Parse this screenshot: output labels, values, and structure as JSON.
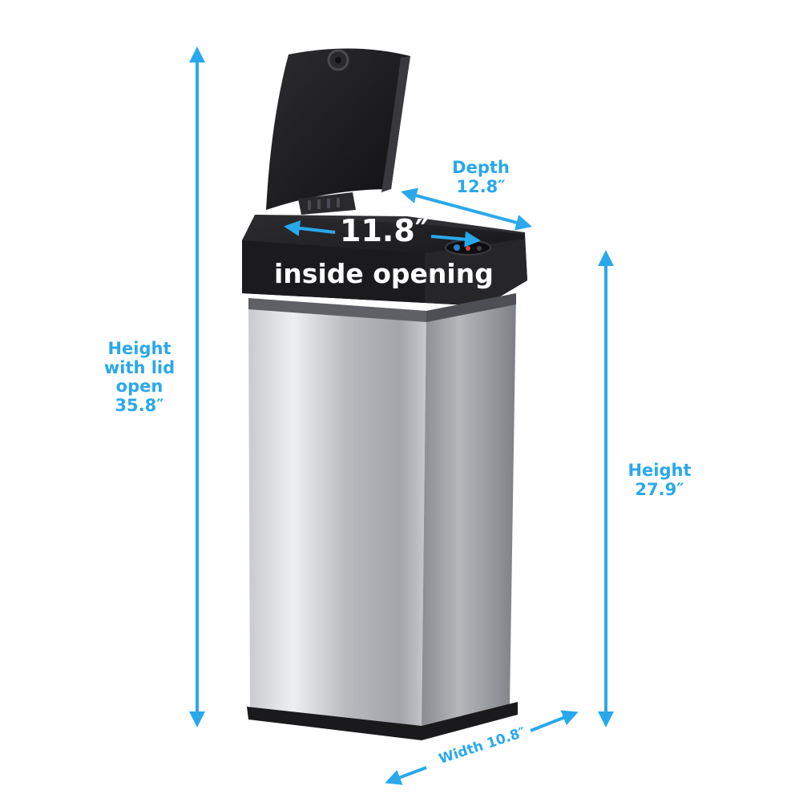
{
  "colors": {
    "accent": "#2aa8ec",
    "lid": "#1c1c1e",
    "steel_light": "#e2e3e6",
    "steel_dark": "#8d9096",
    "overlay_text": "#ffffff"
  },
  "labels": {
    "height_open": [
      "Height",
      "with lid",
      "open",
      "35.8″"
    ],
    "height": [
      "Height",
      "27.9″"
    ],
    "depth": [
      "Depth",
      "12.8″"
    ],
    "width": "Width 10.8″",
    "opening_size": "11.8″",
    "opening_caption": "inside opening"
  },
  "icons": [
    "arrow-icon",
    "sensor-icon",
    "lid-hinge-icon"
  ]
}
